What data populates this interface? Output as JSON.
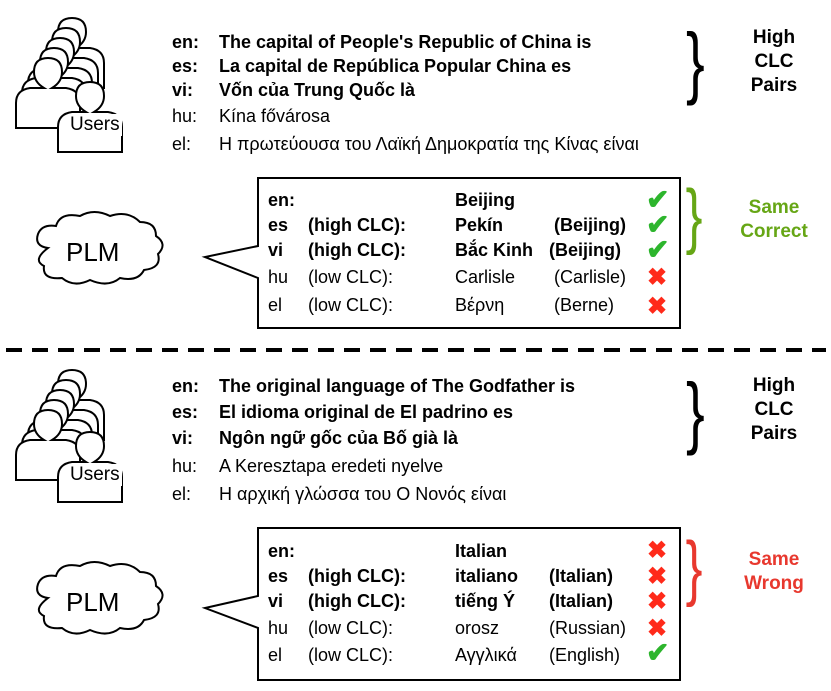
{
  "colors": {
    "correct": "#66a615",
    "wrong": "#e8382e",
    "check": "#2db52d",
    "cross": "#ff2a1a"
  },
  "top": {
    "users_label": "Users",
    "plm_label": "PLM",
    "queries": [
      {
        "lang": "en:",
        "text": "The capital of People's Republic of China is"
      },
      {
        "lang": "es:",
        "text": "La capital de República Popular China es"
      },
      {
        "lang": "vi:",
        "text": "Vốn của Trung Quốc là"
      },
      {
        "lang": "hu:",
        "text": "Kína fővárosa"
      },
      {
        "lang": "el:",
        "text": "Η πρωτεύουσα του Λαϊκή Δημοκρατία της Κίνας είναι"
      }
    ],
    "pairs_label": [
      "High",
      "CLC",
      "Pairs"
    ],
    "answers": [
      {
        "lang": "en:",
        "clc": "",
        "answer": "Beijing",
        "gloss": "",
        "mark": "check"
      },
      {
        "lang": "es",
        "clc": "(high CLC):",
        "answer": "Pekín",
        "gloss": "(Beijing)",
        "mark": "check"
      },
      {
        "lang": "vi",
        "clc": "(high CLC):",
        "answer": "Bắc Kinh",
        "gloss": "(Beijing)",
        "mark": "check"
      },
      {
        "lang": "hu",
        "clc": "(low CLC):",
        "answer": "Carlisle",
        "gloss": "(Carlisle)",
        "mark": "cross"
      },
      {
        "lang": "el",
        "clc": "(low CLC):",
        "answer": "Βέρνη",
        "gloss": "(Berne)",
        "mark": "cross"
      }
    ],
    "result_label": [
      "Same",
      "Correct"
    ]
  },
  "bottom": {
    "users_label": "Users",
    "plm_label": "PLM",
    "queries": [
      {
        "lang": "en:",
        "text": "The original language of The Godfather is"
      },
      {
        "lang": "es:",
        "text": "El idioma original de El padrino es"
      },
      {
        "lang": "vi:",
        "text": "Ngôn ngữ gốc của Bố già là"
      },
      {
        "lang": "hu:",
        "text": "A Keresztapa eredeti nyelve"
      },
      {
        "lang": "el:",
        "text": "Η αρχική γλώσσα του Ο Νονός είναι"
      }
    ],
    "pairs_label": [
      "High",
      "CLC",
      "Pairs"
    ],
    "answers": [
      {
        "lang": "en:",
        "clc": "",
        "answer": "Italian",
        "gloss": "",
        "mark": "cross"
      },
      {
        "lang": "es",
        "clc": "(high CLC):",
        "answer": "italiano",
        "gloss": "(Italian)",
        "mark": "cross"
      },
      {
        "lang": "vi",
        "clc": "(high CLC):",
        "answer": "tiếng Ý",
        "gloss": "(Italian)",
        "mark": "cross"
      },
      {
        "lang": "hu",
        "clc": "(low CLC):",
        "answer": "orosz",
        "gloss": "(Russian)",
        "mark": "cross"
      },
      {
        "lang": "el",
        "clc": "(low CLC):",
        "answer": "Αγγλικά",
        "gloss": "(English)",
        "mark": "check"
      }
    ],
    "result_label": [
      "Same",
      "Wrong"
    ]
  }
}
